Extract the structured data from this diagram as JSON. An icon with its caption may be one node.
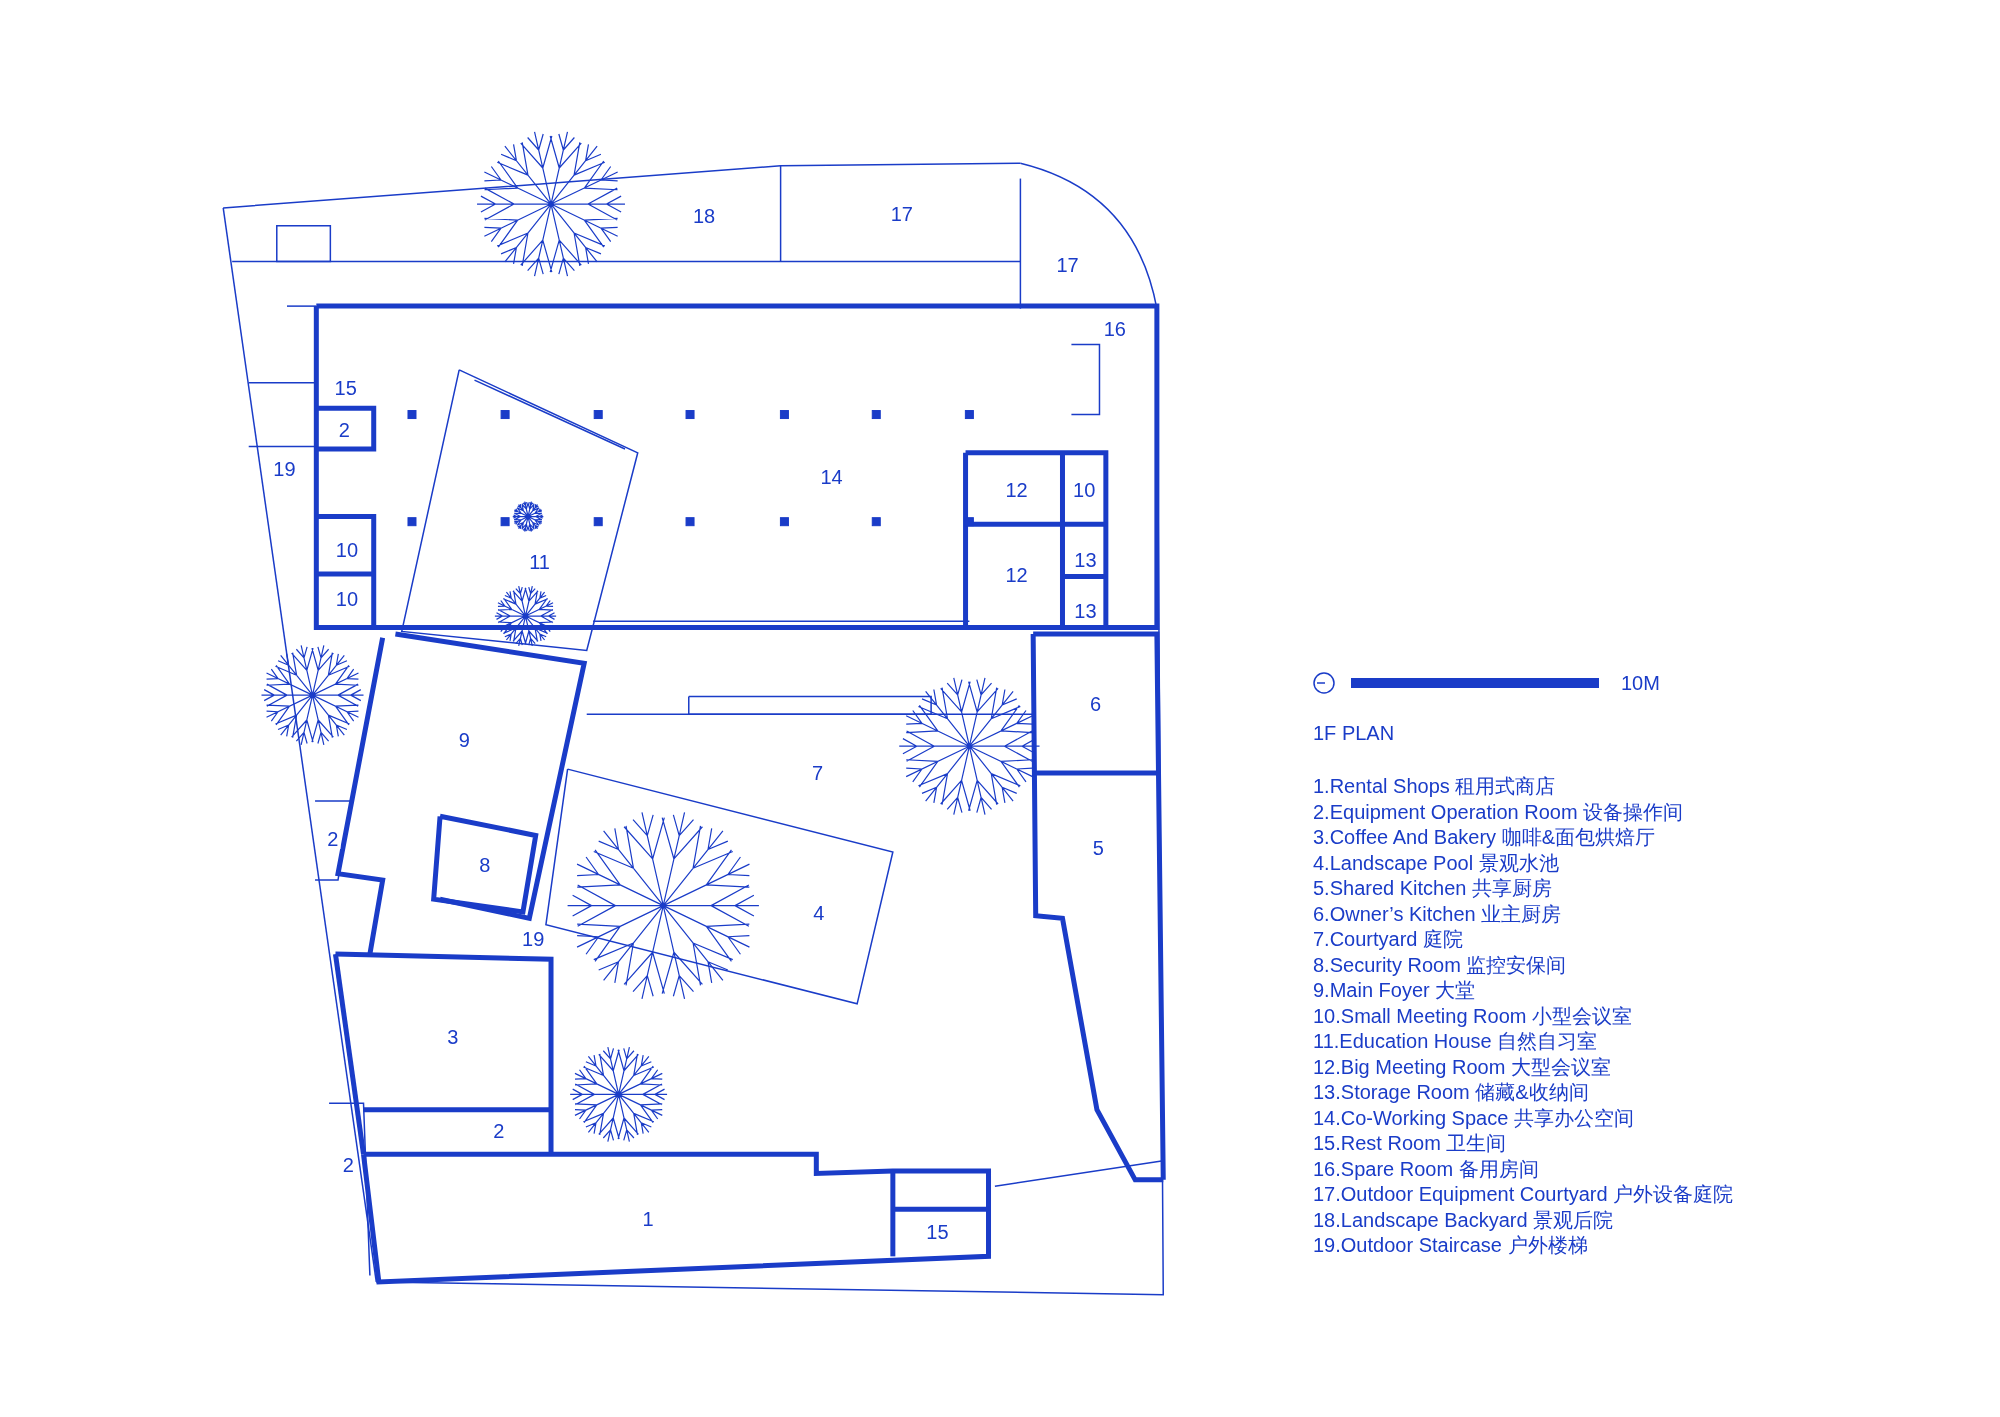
{
  "diagram": {
    "title": "1F PLAN",
    "labels": [
      "18",
      "17",
      "17",
      "16",
      "15",
      "2",
      "19",
      "14",
      "12",
      "10",
      "10",
      "11",
      "13",
      "12",
      "10",
      "13",
      "6",
      "9",
      "7",
      "2",
      "5",
      "8",
      "4",
      "19",
      "3",
      "2",
      "2",
      "1",
      "15",
      "10M",
      "1.Rental Shops 租用式商店",
      "2.Equipment Operation Room 设备操作间",
      "3.Coffee And Bakery 咖啡&面包烘焙厅",
      "4.Landscape Pool 景观水池",
      "5.Shared Kitchen 共享厨房",
      "6.Owner’s Kitchen 业主厨房",
      "7.Courtyard 庭院",
      "8.Security Room 监控安保间",
      "9.Main Foyer 大堂",
      "10.Small Meeting Room 小型会议室",
      "11.Education House 自然自习室",
      "12.Big Meeting Room 大型会议室",
      "13.Storage Room 储藏&收纳间",
      "14.Co-Working Space 共享办公空间",
      "15.Rest Room 卫生间",
      "16.Spare Room 备用房间",
      "17.Outdoor Equipment Courtyard 户外设备庭院",
      "18.Landscape Backyard 景观后院",
      "19.Outdoor Staircase 户外楼梯"
    ]
  }
}
